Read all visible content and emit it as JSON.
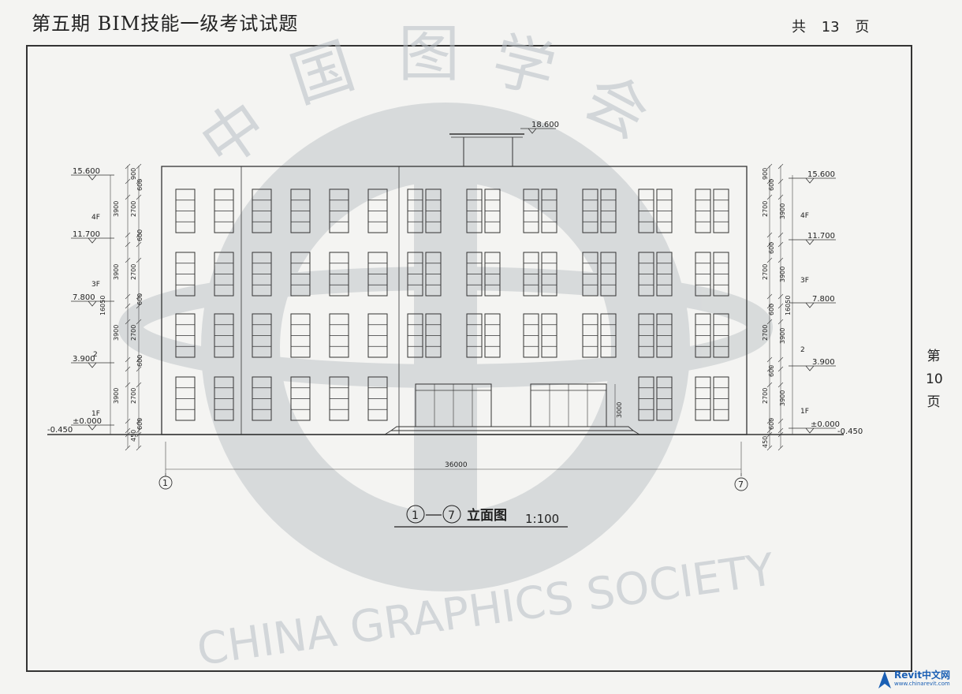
{
  "header": {
    "title": "第五期 BIM技能一级考试试题",
    "total_pages": "共 13 页"
  },
  "side_page": [
    "第",
    "10",
    "页"
  ],
  "watermark": {
    "cn_chars": [
      "中",
      "国",
      "图",
      "学",
      "会"
    ],
    "en_text": "CHINA GRAPHICS SOCIETY"
  },
  "drawing": {
    "title": "立面图",
    "scale": "1:100",
    "axis_start": "1",
    "axis_end": "7",
    "total_width": "36000",
    "roof_top_elev": "18.600",
    "door_height": "3000",
    "left_elevations": [
      "15.600",
      "11.700",
      "7.800",
      "3.900",
      "±0.000",
      "-0.450"
    ],
    "right_elevations": [
      "15.600",
      "11.700",
      "7.800",
      "3.900",
      "±0.000",
      "-0.450"
    ],
    "floor_labels": [
      "4F",
      "3F",
      "2",
      "1F"
    ],
    "dims_900": "900",
    "dims_600": "600",
    "dims_2700": "2700",
    "dims_3900": "3900",
    "dims_450": "450",
    "dims_16050": "16050"
  },
  "brand": {
    "name": "Revit中文网",
    "url": "www.chinarevit.com"
  }
}
